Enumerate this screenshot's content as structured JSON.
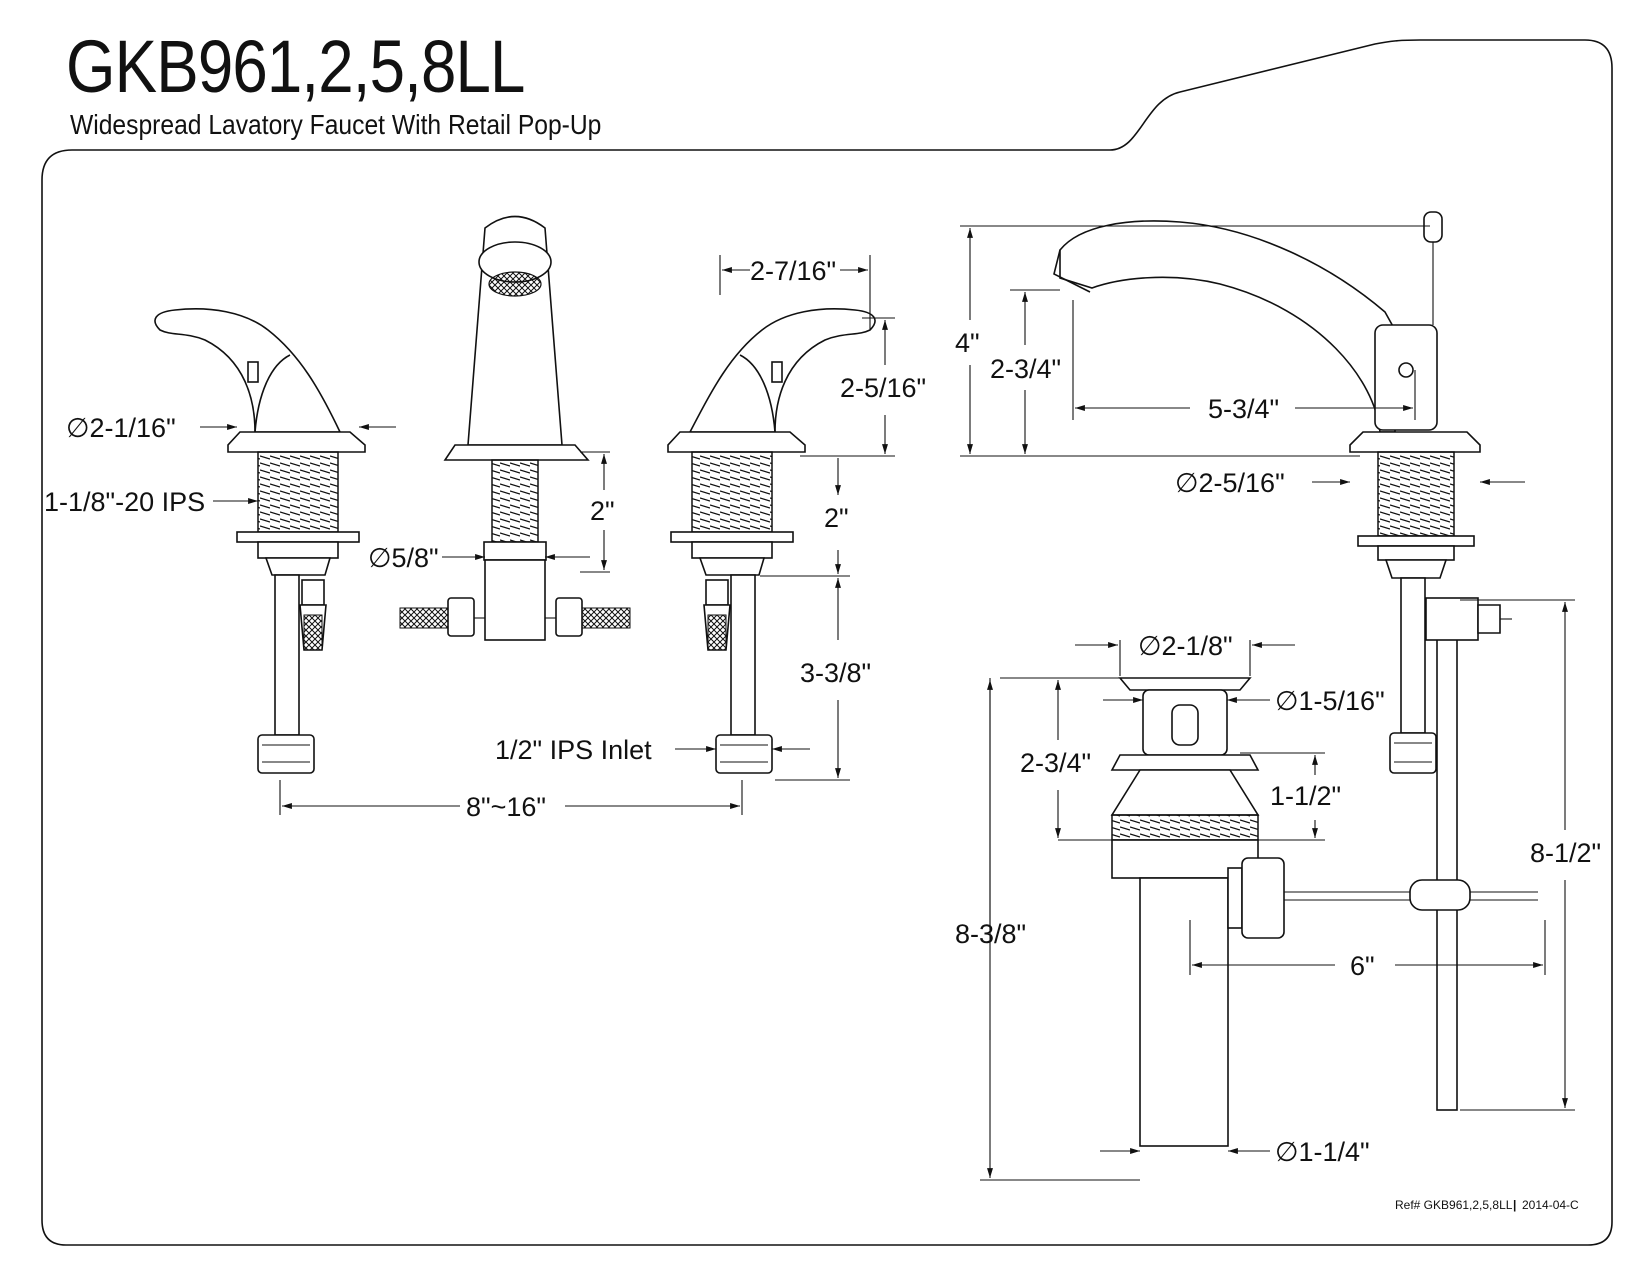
{
  "header": {
    "model": "GKB961,2,5,8LL",
    "description": "Widespread Lavatory Faucet With Retail Pop-Up"
  },
  "dimensions": {
    "handle_base_diameter": "∅2-1/16\"",
    "handle_thread": "1-1/8\"-20 IPS",
    "shank_diameter": "∅5/8\"",
    "handle_width": "2-7/16\"",
    "handle_height": "2-5/16\"",
    "spout_shank_length": "2\"",
    "handle_shank_length": "2\"",
    "supply_length": "3-3/8\"",
    "inlet": "1/2\" IPS Inlet",
    "spread": "8\"~16\"",
    "spout_total_height": "4\"",
    "spout_outlet_height": "2-3/4\"",
    "spout_reach": "5-3/4\"",
    "spout_base_diameter": "∅2-5/16\"",
    "drain_flange_diameter": "∅2-1/8\"",
    "drain_stopper_diameter": "∅1-5/16\"",
    "drain_body_height": "2-3/4\"",
    "drain_thread_height": "1-1/2\"",
    "drain_total_length": "8-3/8\"",
    "lift_rod_length": "8-1/2\"",
    "pivot_rod_length": "6\"",
    "tailpiece_diameter": "∅1-1/4\""
  },
  "footer": {
    "ref": "Ref# GKB961,2,5,8LL",
    "separator": "|",
    "revision": "2014-04-C"
  }
}
